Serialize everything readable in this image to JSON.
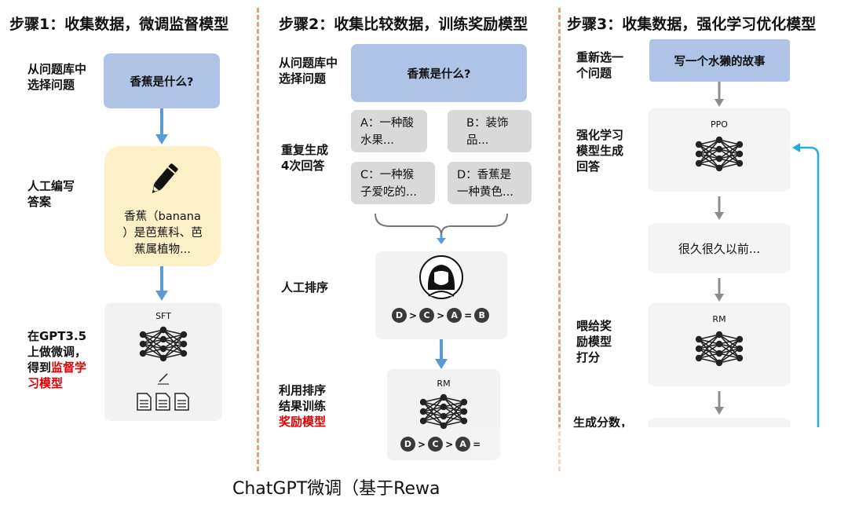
{
  "step1": {
    "title": "步骤1：收集数据，微调监督模型",
    "select_label": [
      "从问题库中",
      "选择问题"
    ],
    "question": "香蕉是什么?",
    "write_label": [
      "人工编写",
      "答案"
    ],
    "answer": [
      "香蕉（banana",
      "）是芭蕉科、芭",
      "蕉属植物..."
    ],
    "finetune_label": [
      "在GPT3.5",
      "上做微调，"
    ],
    "finetune_label_plain": "得到",
    "finetune_label_red_1": "监督学",
    "finetune_label_red_2": "习模型",
    "model_name": "SFT"
  },
  "step2": {
    "title": "步骤2：收集比较数据，训练奖励模型",
    "select_label": [
      "从问题库中",
      "选择问题"
    ],
    "question": "香蕉是什么?",
    "repeat_label": [
      "重复生成",
      "4次回答"
    ],
    "options": [
      [
        "A：一种酸",
        "水果..."
      ],
      [
        "B：装饰",
        "品..."
      ],
      [
        "C：一种猴",
        "子爱吃的..."
      ],
      [
        "D：香蕉是",
        "一种黄色..."
      ]
    ],
    "rank_label": "人工排序",
    "ranking": [
      "D",
      ">",
      "C",
      ">",
      "A",
      "=",
      "B"
    ],
    "train_label": [
      "利用排序",
      "结果训练"
    ],
    "train_label_red": "奖励模型",
    "model_name": "RM",
    "ranking_partial": [
      "D",
      ">",
      "C",
      ">",
      "A",
      "="
    ]
  },
  "step3": {
    "title": "步骤3：收集数据，强化学习优化模型",
    "reselect_label": [
      "重新选一",
      "个问题"
    ],
    "question": "写一个水獭的故事",
    "ppo_label": [
      "强化学习",
      "模型生成",
      "回答"
    ],
    "ppo_name": "PPO",
    "response": "很久很久以前...",
    "rm_label": [
      "喂给奖",
      "励模型",
      "打分"
    ],
    "rm_name": "RM",
    "score_label": "生成分数，"
  },
  "caption": "ChatGPT微调（基于Rewa",
  "colors": {
    "question_box": "#aec3e6",
    "answer_box": "#fdefc6",
    "arrow_blue": "#5b9bd5",
    "arrow_gray": "#8c8c8c",
    "feedback_arrow": "#29a9e0",
    "divider": "#e8a07b",
    "highlight_red": "#e00000"
  },
  "icons": [
    "pencil-icon",
    "neural-network-icon",
    "person-avatar-icon",
    "document-icon"
  ]
}
